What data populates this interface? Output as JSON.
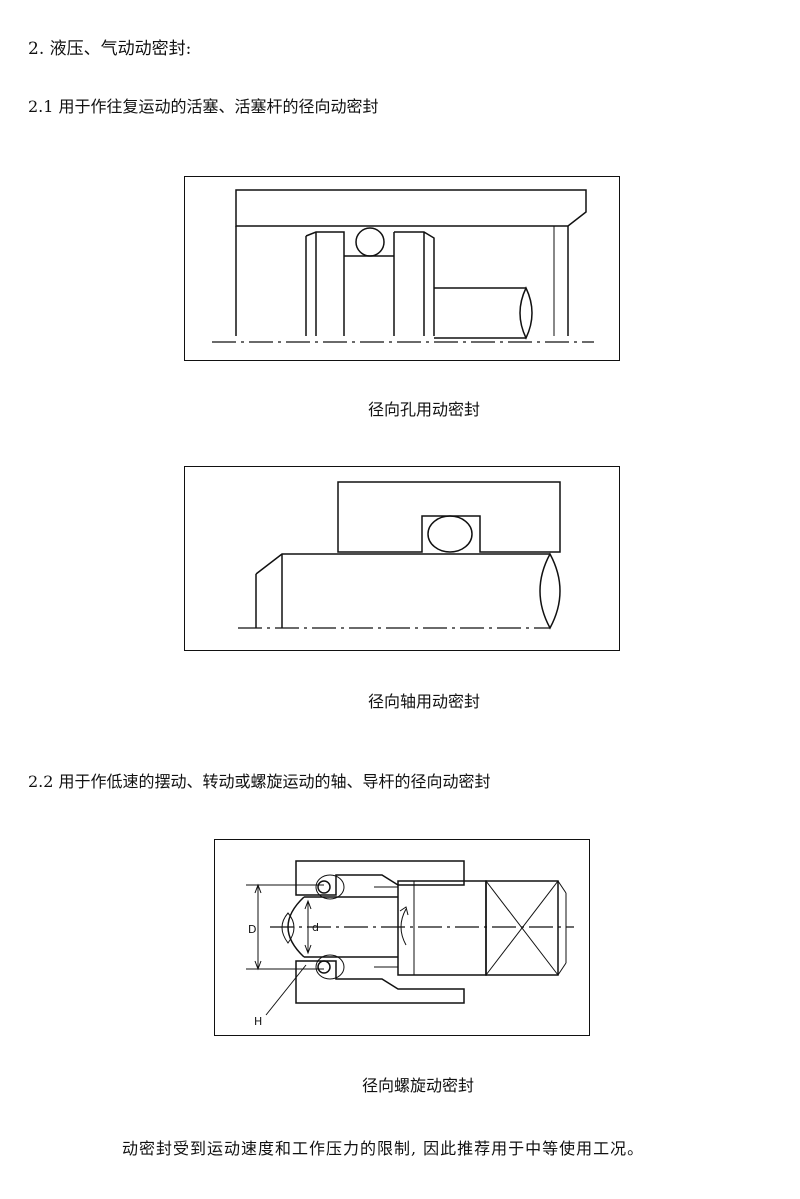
{
  "section_heading": "2. 液压、气动动密封:",
  "subsection_1": "2.1  用于作往复运动的活塞、活塞杆的径向动密封",
  "figure_1_caption": "径向孔用动密封",
  "figure_2_caption": "径向轴用动密封",
  "subsection_2": "2.2  用于作低速的摆动、转动或螺旋运动的轴、导杆的径向动密封",
  "figure_3_caption": "径向螺旋动密封",
  "figure_3_labels": {
    "d": "d",
    "d_prime": "D'",
    "h": "H"
  },
  "footer_note": "动密封受到运动速度和工作压力的限制, 因此推荐用于中等使用工况。"
}
